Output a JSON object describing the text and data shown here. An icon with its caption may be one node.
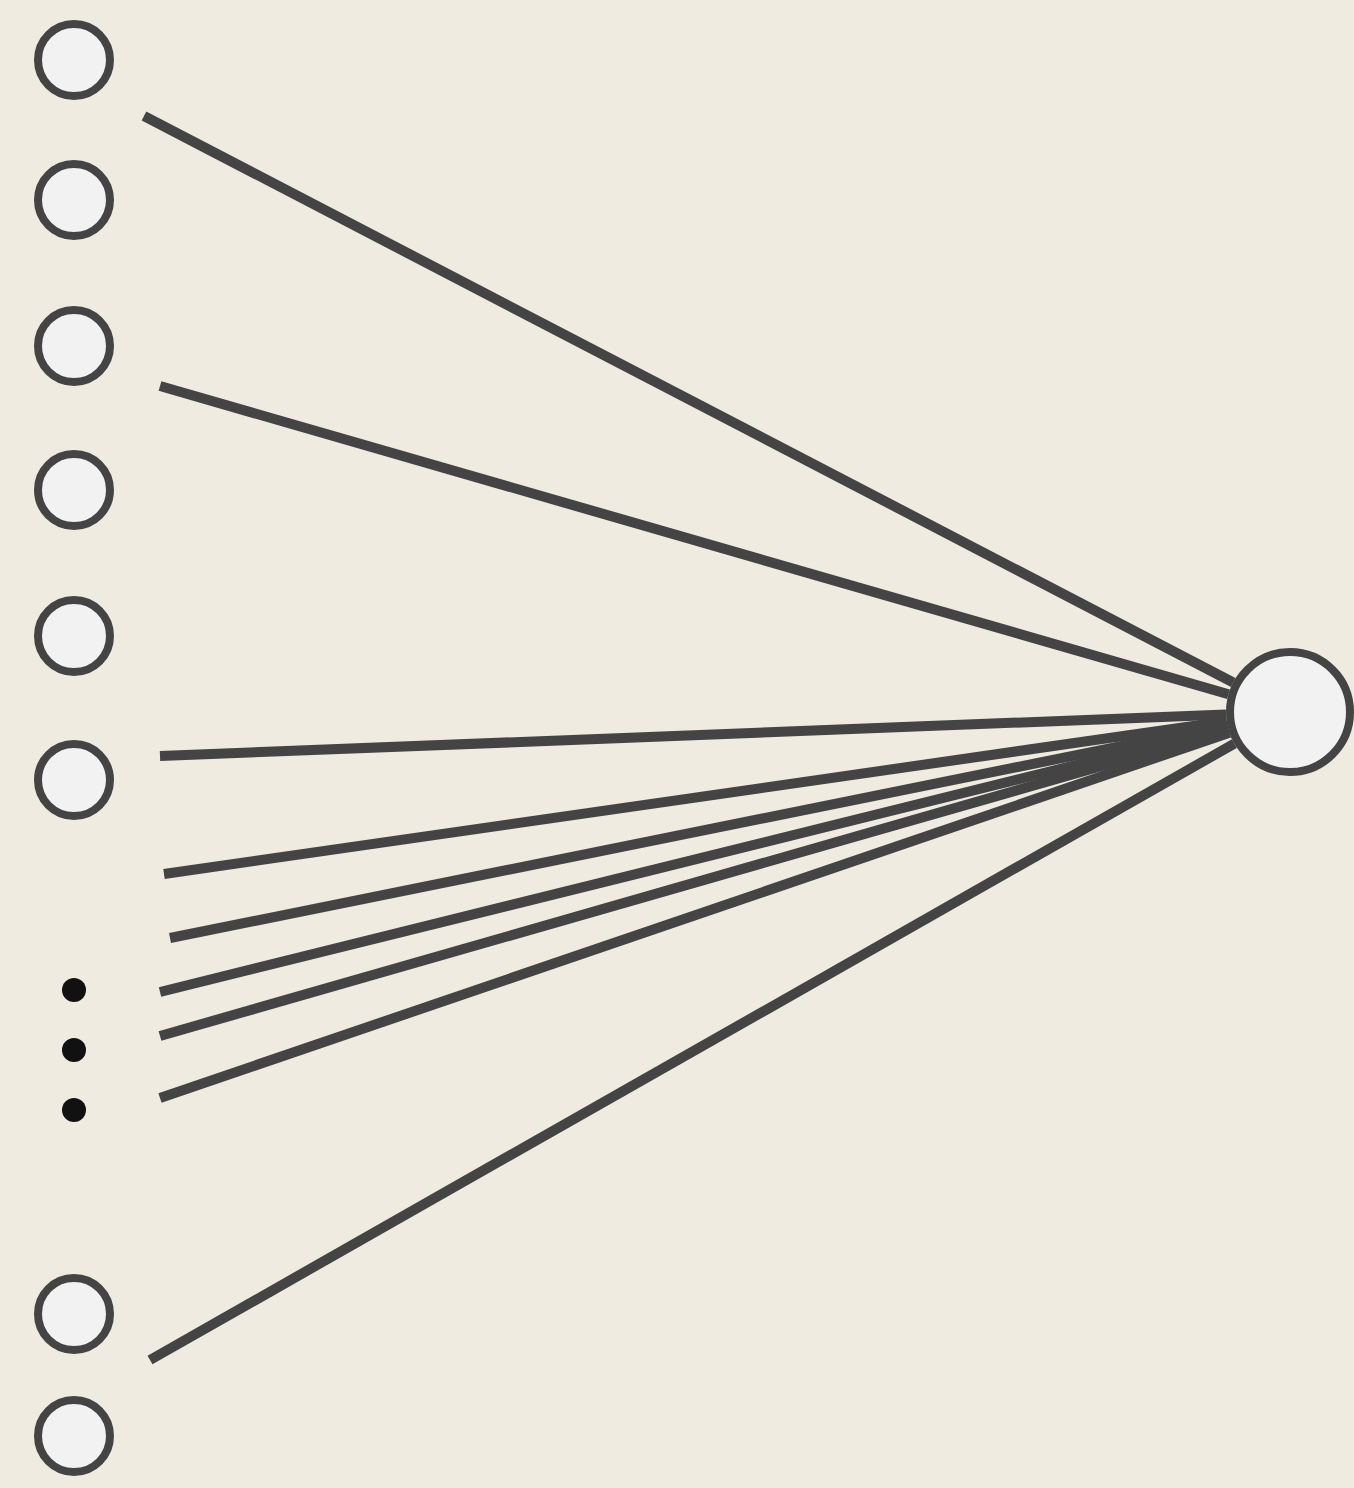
{
  "diagram": {
    "nodes": [
      {
        "text": [],
        "shape": "circle"
      },
      {
        "text": [],
        "shape": "circle"
      },
      {
        "text": [],
        "shape": "circle"
      },
      {
        "text": [],
        "shape": "circle"
      },
      {
        "text": [],
        "shape": "circle"
      },
      {
        "text": [],
        "shape": "circle"
      },
      {
        "text": [],
        "shape": "circle"
      },
      {
        "text": [],
        "shape": "circle"
      },
      {
        "text": [],
        "shape": "circle"
      }
    ],
    "edges": [
      {
        "from": null,
        "to": 8,
        "arrow": "none"
      },
      {
        "from": null,
        "to": 8,
        "arrow": "none"
      },
      {
        "from": null,
        "to": 8,
        "arrow": "none"
      },
      {
        "from": null,
        "to": 8,
        "arrow": "none"
      },
      {
        "from": null,
        "to": 8,
        "arrow": "none"
      },
      {
        "from": null,
        "to": 8,
        "arrow": "none"
      },
      {
        "from": null,
        "to": 8,
        "arrow": "none"
      },
      {
        "from": null,
        "to": 8,
        "arrow": "none"
      },
      {
        "from": null,
        "to": 8,
        "arrow": "none"
      }
    ]
  }
}
